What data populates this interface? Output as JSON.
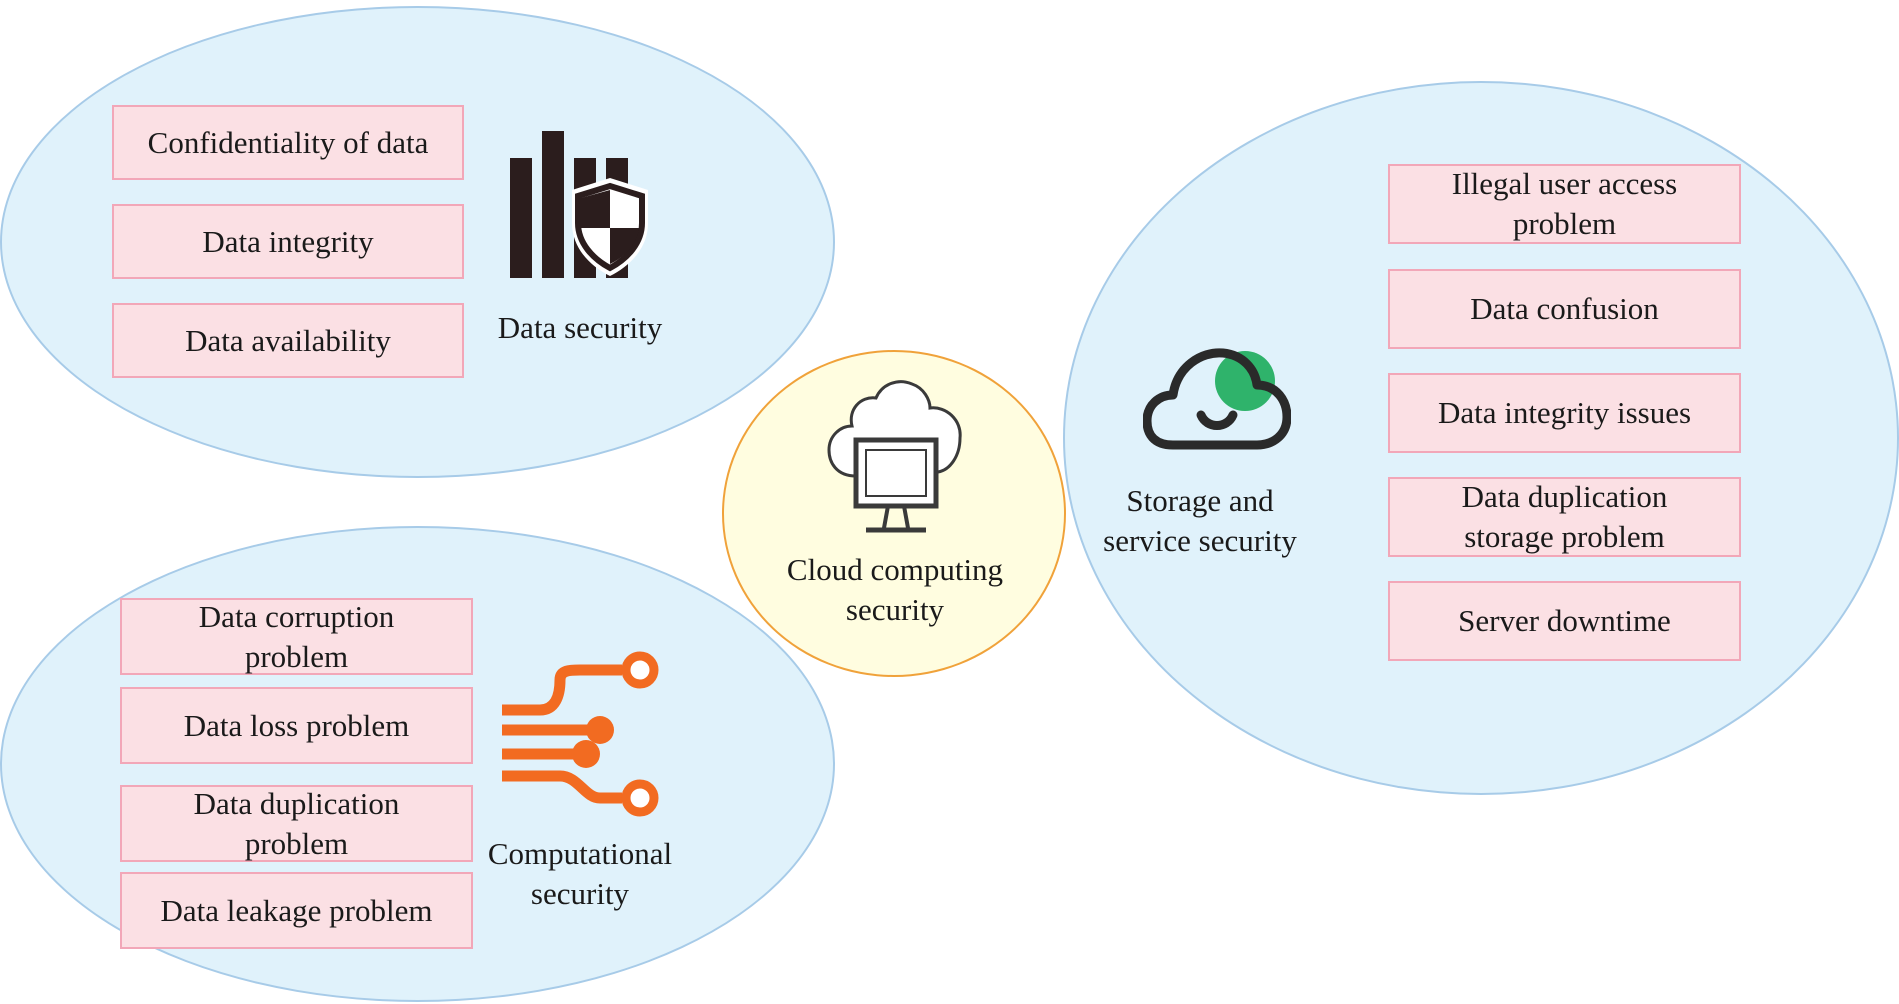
{
  "center": {
    "label": "Cloud computing\nsecurity"
  },
  "data_security": {
    "label": "Data security",
    "items": [
      "Confidentiality of data",
      "Data integrity",
      "Data availability"
    ]
  },
  "computational_security": {
    "label": "Computational\nsecurity",
    "items": [
      "Data corruption\nproblem",
      "Data loss problem",
      "Data duplication\nproblem",
      "Data leakage problem"
    ]
  },
  "storage_security": {
    "label": "Storage and\nservice security",
    "items": [
      "Illegal user access\nproblem",
      "Data confusion",
      "Data integrity issues",
      "Data duplication\nstorage problem",
      "Server downtime"
    ]
  },
  "icons": {
    "data_security": "bars-shield-icon",
    "computational": "circuit-icon",
    "storage": "cloud-icon",
    "center": "cloud-computer-icon"
  },
  "colors": {
    "ellipse_fill": "#e0f2fb",
    "ellipse_border": "#a7cbe8",
    "box_fill": "#fbe0e4",
    "box_border": "#f2a7b8",
    "center_fill": "#fffde0",
    "center_border": "#f0a23a",
    "circuit_orange": "#f26b21",
    "cloud_green": "#2fb36b"
  }
}
